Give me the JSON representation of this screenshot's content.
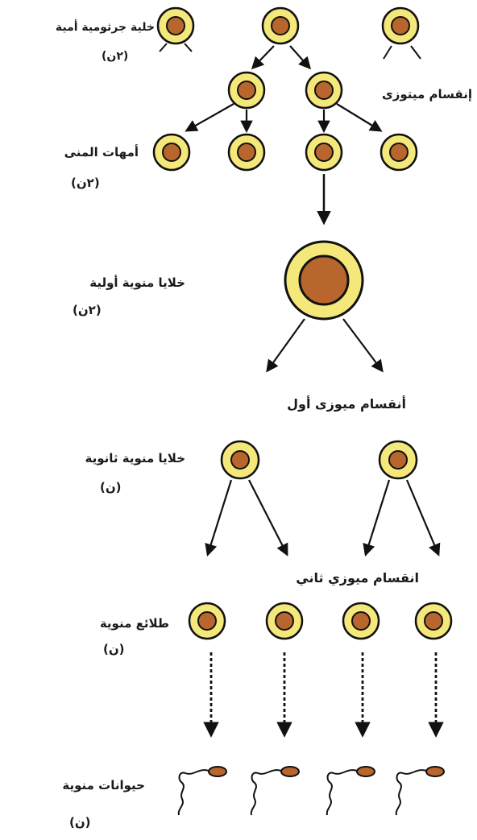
{
  "stages": {
    "germ": {
      "label": "خلية جرثومية أمية",
      "ploidy": "(٢ن)"
    },
    "mitosis": {
      "label": "إنقسام ميتوزى"
    },
    "spermatogonia": {
      "label": "أمهات المنى",
      "ploidy": "(٢ن)"
    },
    "primary": {
      "label": "خلايا منوية أولية",
      "ploidy": "(٢ن)"
    },
    "meiosis1": {
      "label": "أنقسام ميوزى أول"
    },
    "secondary": {
      "label": "خلايا منوية ثانوية",
      "ploidy": "(ن)"
    },
    "meiosis2": {
      "label": "انقسام ميوزي ثاني"
    },
    "spermatids": {
      "label": "طلائع منوية",
      "ploidy": "(ن)"
    },
    "sperm": {
      "label": "حيوانات منوية",
      "ploidy": "(ن)"
    }
  },
  "colors": {
    "cell_outer": "#f5e87a",
    "cell_nucleus": "#b8662e",
    "stroke": "#111111",
    "background": "#ffffff"
  }
}
